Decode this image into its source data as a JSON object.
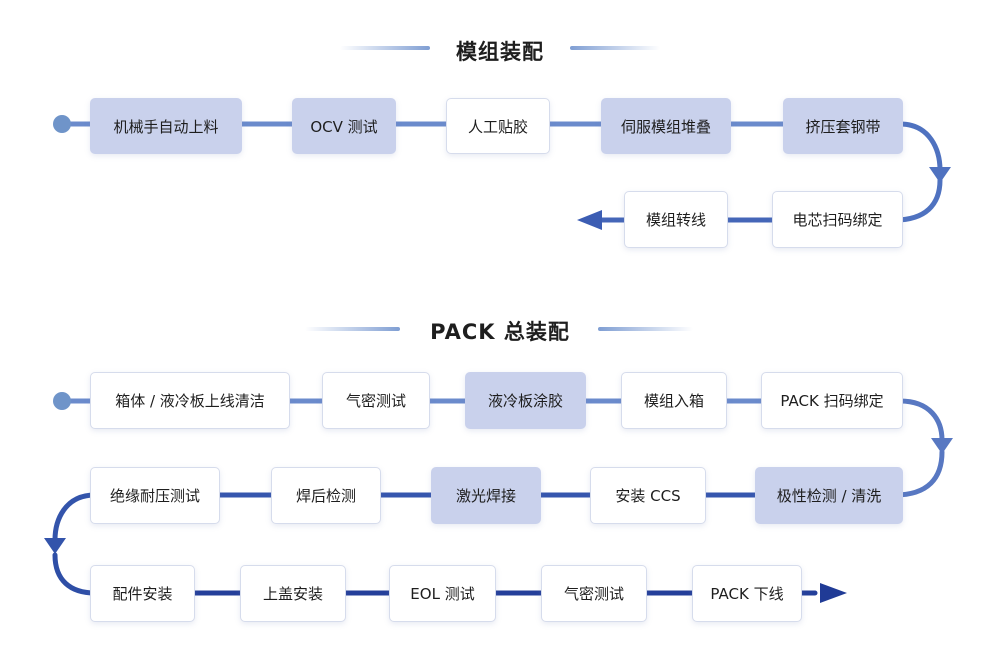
{
  "sections": {
    "module": {
      "title": "模组装配",
      "steps": [
        "机械手自动上料",
        "OCV 测试",
        "人工贴胶",
        "伺服模组堆叠",
        "挤压套钢带",
        "电芯扫码绑定",
        "模组转线"
      ],
      "highlighted": [
        true,
        true,
        false,
        true,
        true,
        false,
        false
      ]
    },
    "pack": {
      "title": "PACK 总装配",
      "steps": [
        "箱体 / 液冷板上线清洁",
        "气密测试",
        "液冷板涂胶",
        "模组入箱",
        "PACK 扫码绑定",
        "极性检测 / 清洗",
        "安装 CCS",
        "激光焊接",
        "焊后检测",
        "绝缘耐压测试",
        "配件安装",
        "上盖安装",
        "EOL 测试",
        "气密测试",
        "PACK 下线"
      ],
      "highlighted": [
        false,
        false,
        true,
        false,
        false,
        true,
        false,
        true,
        false,
        false,
        false,
        false,
        false,
        false,
        false
      ]
    }
  },
  "colors": {
    "line_light": "#7a98d2",
    "line_dark": "#2d4aa6",
    "highlight_fill": "#c9d1ec",
    "start_dot": "#6f94c9"
  }
}
